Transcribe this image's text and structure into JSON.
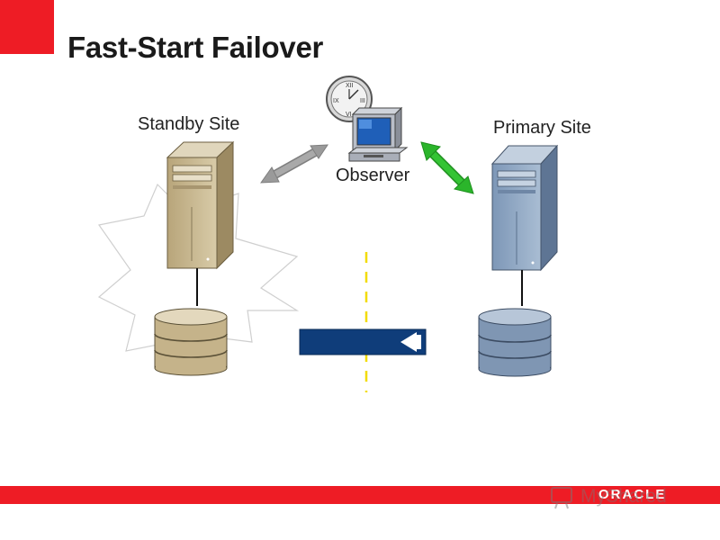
{
  "slide": {
    "title": "Fast-Start Failover",
    "standby_label": "Standby Site",
    "primary_label": "Primary Site",
    "observer_label": "Observer"
  },
  "footer": {
    "logo_text": "ORACLE",
    "watermark_text": "MyShared",
    "bar_color": "#ee1c25"
  },
  "colors": {
    "accent_red": "#ee1c25",
    "standby_server": "#c7b894",
    "primary_server": "#8fa7c2",
    "gray_arrow": "#9a9a9a",
    "green_arrow": "#2bb52b",
    "redo_arrow": "#0f3d7a",
    "dashed_line": "#ffe600"
  },
  "icons": [
    "clock-icon",
    "monitor-icon",
    "server-icon",
    "database-icon",
    "starburst-icon",
    "redo-arrow-icon"
  ]
}
